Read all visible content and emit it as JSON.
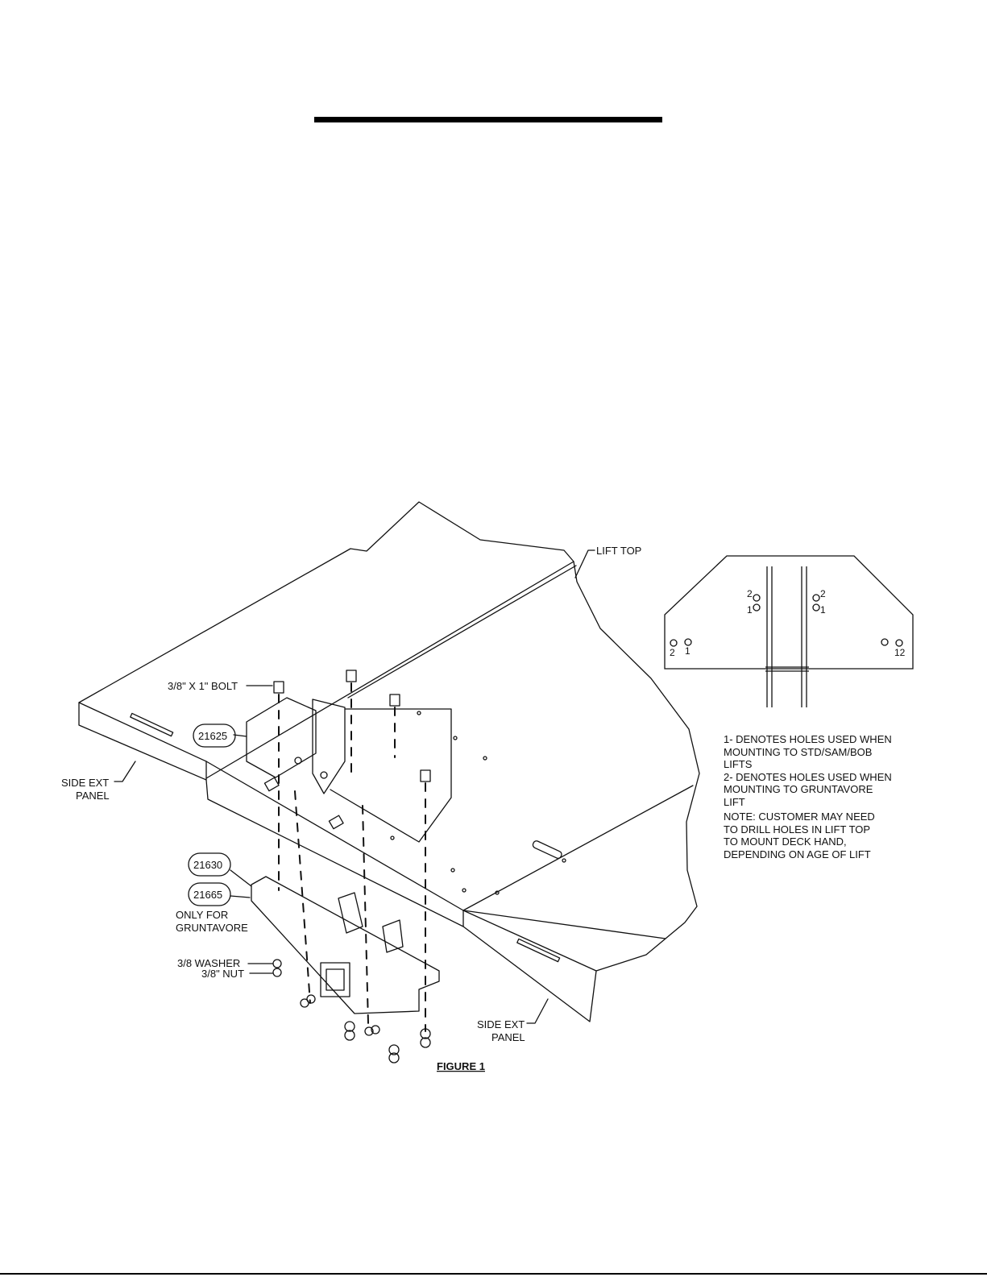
{
  "labels": {
    "lift_top": "LIFT TOP",
    "bolt": "3/8\" X 1\" BOLT",
    "part_21625": "21625",
    "side_ext_left_1": "SIDE EXT",
    "side_ext_left_2": "PANEL",
    "part_21630": "21630",
    "part_21665": "21665",
    "only_for_1": "ONLY FOR",
    "only_for_2": "GRUNTAVORE",
    "washer": "3/8 WASHER",
    "nut": "3/8\" NUT",
    "side_ext_right_1": "SIDE EXT",
    "side_ext_right_2": "PANEL",
    "figure": "FIGURE 1"
  },
  "hole_map": {
    "h1": "2",
    "h2": "1",
    "h3": "2",
    "h4": "1",
    "h5": "2",
    "h6": "1",
    "h7": "12"
  },
  "notes": {
    "n1a": "1- DENOTES HOLES USED WHEN",
    "n1b": "MOUNTING TO STD/SAM/BOB",
    "n1c": "LIFTS",
    "n2a": "2- DENOTES HOLES USED WHEN",
    "n2b": "MOUNTING TO GRUNTAVORE",
    "n2c": "LIFT",
    "n3a": "NOTE: CUSTOMER MAY NEED",
    "n3b": "TO DRILL HOLES IN LIFT TOP",
    "n3c": "TO MOUNT DECK HAND,",
    "n3d": "DEPENDING ON AGE OF LIFT"
  }
}
